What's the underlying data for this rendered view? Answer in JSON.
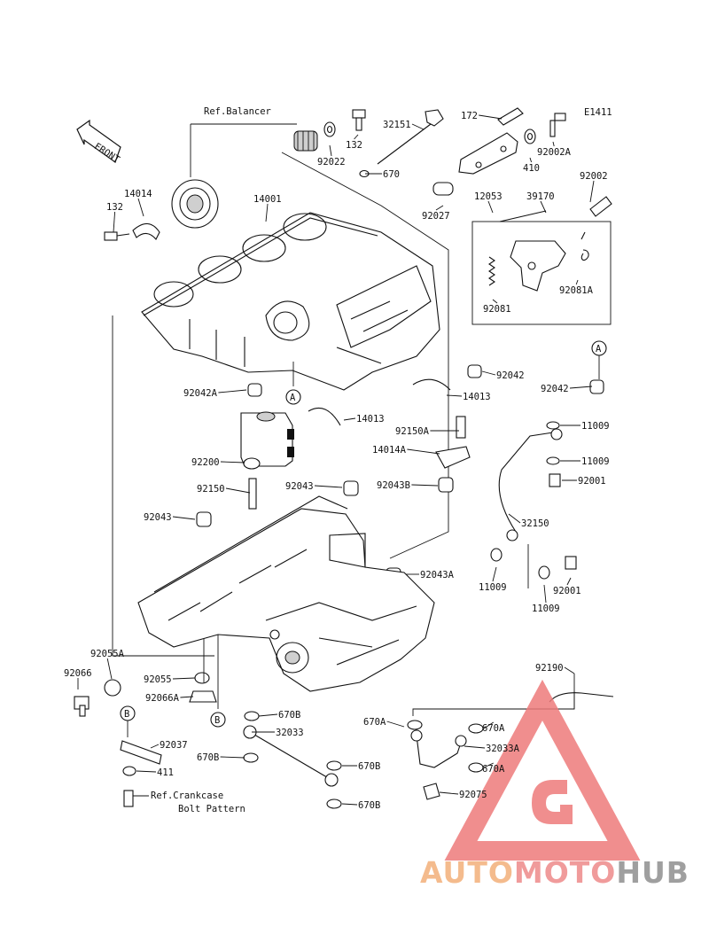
{
  "diagram_id": "E1411",
  "front_label": "FRONT",
  "refs": {
    "balancer": "Ref.Balancer",
    "crankcase_line1": "Ref.Crankcase",
    "crankcase_line2": "Bolt Pattern"
  },
  "callouts": {
    "A": "A",
    "B": "B"
  },
  "parts": [
    "14014",
    "132",
    "14001",
    "132",
    "92022",
    "32151",
    "670",
    "172",
    "410",
    "92002A",
    "12053",
    "92027",
    "39170",
    "92002",
    "92081",
    "92081A",
    "92042",
    "92042",
    "92042A",
    "14013",
    "14013",
    "92150A",
    "14014A",
    "11009",
    "11009",
    "92001",
    "92043B",
    "92200",
    "92043",
    "92150",
    "92043",
    "32150",
    "92043A",
    "11009",
    "11009",
    "92001",
    "92055A",
    "92066",
    "92055",
    "92066A",
    "670B",
    "670A",
    "32033",
    "670A",
    "32033A",
    "670B",
    "670B",
    "670A",
    "92037",
    "411",
    "92075",
    "92190",
    "670B"
  ],
  "watermark": {
    "part1": "AUTO",
    "part2": "MOTO",
    "part3": "HUB",
    "colors": {
      "auto": "#f3b07a",
      "moto": "#ee8a8a",
      "hub": "#8f8f8f",
      "triangle": "#ee7b7b"
    }
  }
}
